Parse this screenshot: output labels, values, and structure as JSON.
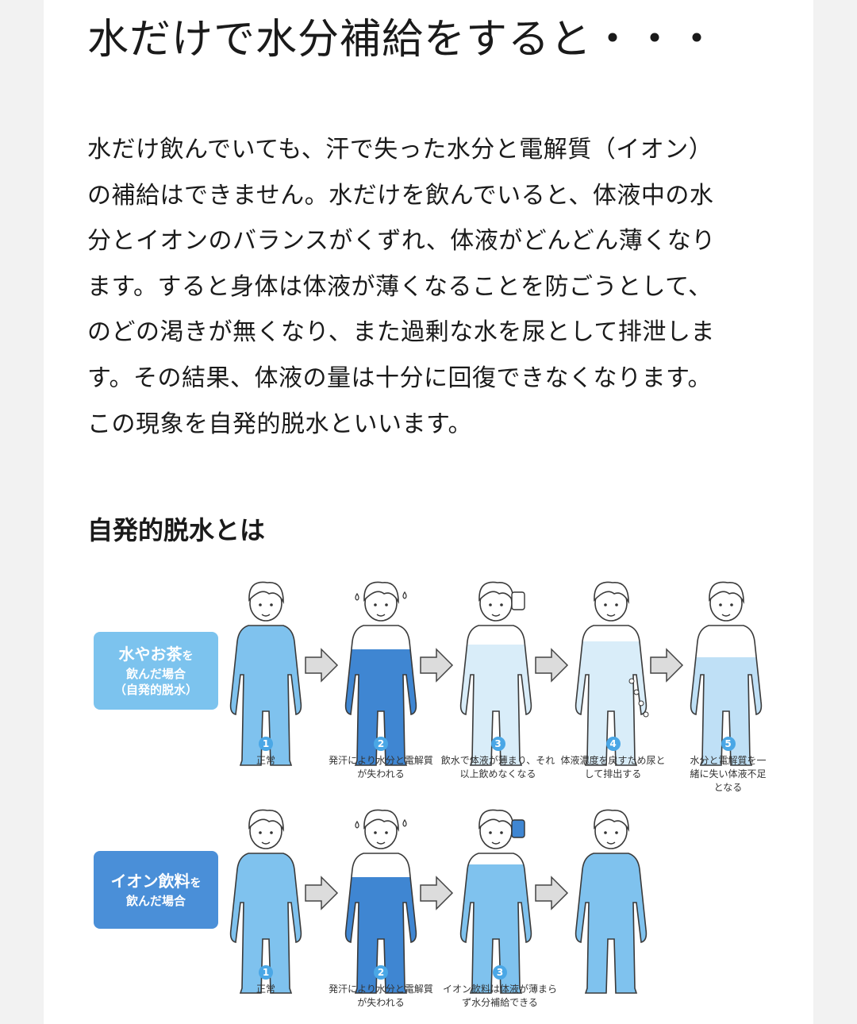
{
  "title": "水だけで水分補給をすると・・・",
  "body_lines": [
    "水だけ飲んでいても、汗で失った水分と電解質（イオン）",
    "の補給はできません。水だけを飲んでいると、体液中の水",
    "分とイオンのバランスがくずれ、体液がどんどん薄くなり",
    "ます。すると身体は体液が薄くなることを防ごうとして、",
    "のどの渇きが無くなり、また過剰な水を尿として排泄しま",
    "す。その結果、体液の量は十分に回復できなくなります。",
    "この現象を自発的脱水といいます。"
  ],
  "subhead": "自発的脱水とは",
  "row_water": {
    "label_line1": "水やお茶",
    "label_line1_suffix": "を",
    "label_line2": "飲んだ場合",
    "label_line3": "（自発的脱水）",
    "steps": [
      {
        "num": "1",
        "caption": "正常"
      },
      {
        "num": "2",
        "caption": "発汗により水分と電解質が失われる"
      },
      {
        "num": "3",
        "caption": "飲水で体液が薄まり、それ以上飲めなくなる"
      },
      {
        "num": "4",
        "caption": "体液濃度を戻すため尿として排出する"
      },
      {
        "num": "5",
        "caption": "水分と電解質を一緒に失い体液不足となる"
      }
    ]
  },
  "row_ion": {
    "label_line1": "イオン飲料",
    "label_line1_suffix": "を",
    "label_line2": "飲んだ場合",
    "steps": [
      {
        "num": "1",
        "caption": "正常"
      },
      {
        "num": "2",
        "caption": "発汗により水分と電解質が失われる"
      },
      {
        "num": "3",
        "caption": "イオン飲料は体液が薄まらず水分補給できる"
      }
    ]
  },
  "colors": {
    "body_fluid_normal": "#7fc2ee",
    "body_fluid_dark": "#3f86d2",
    "body_fluid_light": "#d9edf9",
    "arrow": "#d9d9d9"
  }
}
